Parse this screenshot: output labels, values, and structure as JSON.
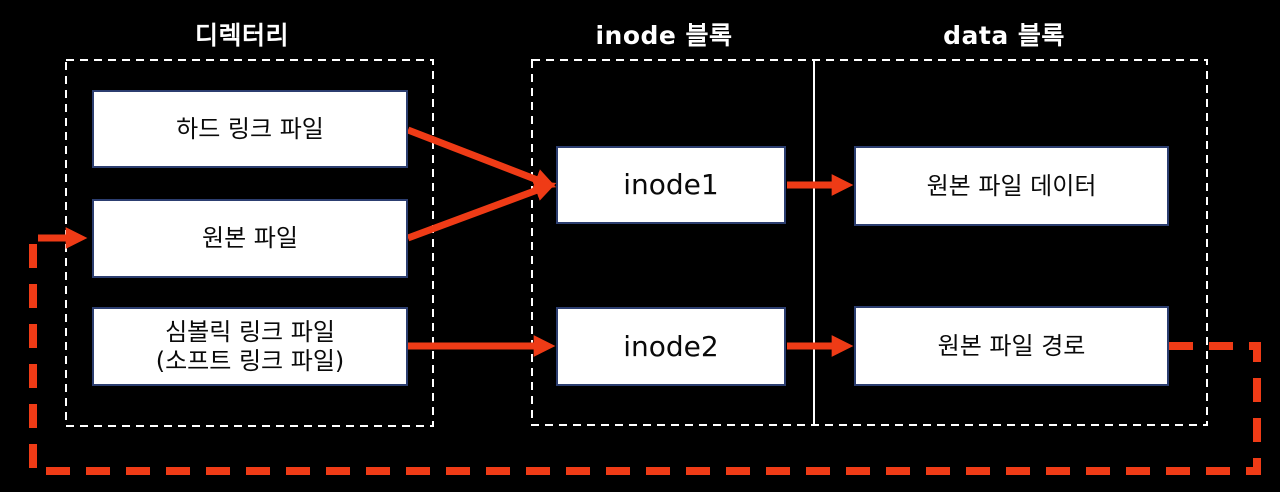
{
  "diagram": {
    "title_row": {
      "directory": "디렉터리",
      "inode_block": "inode 블록",
      "data_block": "data 블록"
    },
    "nodes": {
      "hard_link_file": "하드 링크 파일",
      "original_file": "원본 파일",
      "symbolic_link_file_line1": "심볼릭 링크 파일",
      "symbolic_link_file_line2": "(소프트 링크 파일)",
      "inode1": "inode1",
      "inode2": "inode2",
      "original_file_data": "원본 파일 데이터",
      "original_file_path": "원본 파일 경로"
    },
    "edges": [
      {
        "from": "hard_link_file",
        "to": "inode1",
        "style": "solid-arrow"
      },
      {
        "from": "original_file",
        "to": "inode1",
        "style": "solid-arrow"
      },
      {
        "from": "symbolic_link_file",
        "to": "inode2",
        "style": "solid-arrow"
      },
      {
        "from": "inode1",
        "to": "original_file_data",
        "style": "solid-arrow"
      },
      {
        "from": "inode2",
        "to": "original_file_path",
        "style": "solid-arrow"
      },
      {
        "from": "original_file_path",
        "to": "original_file",
        "style": "dashed-loop-arrow"
      }
    ],
    "colors": {
      "background": "#000000",
      "arrow": "#ef3b16",
      "box_fill": "#ffffff",
      "box_border": "#2c3e70",
      "box_text": "#0a0a0a",
      "dashed_container_border": "#ffffff",
      "divider_line": "#ffffff",
      "title_text": "#ffffff"
    }
  }
}
